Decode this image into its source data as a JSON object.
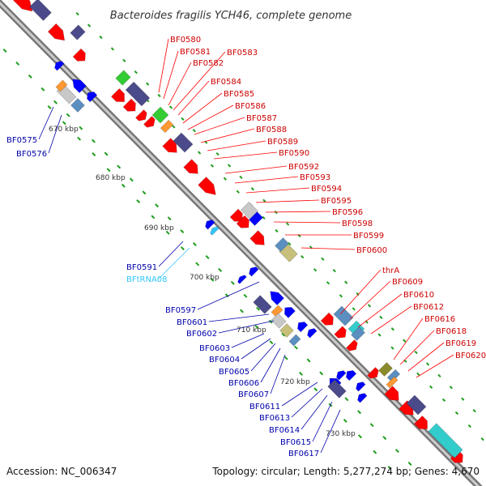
{
  "title": "Bacteroides fragilis YCH46, complete genome",
  "footer": {
    "accession": "Accession: NC_006347",
    "summary": "Topology: circular; Length: 5,277,274 bp; Genes: 4,670"
  },
  "colors": {
    "plus_strand_gene": "#ff0000",
    "minus_strand_gene": "#0000ff",
    "trna_label": "#33c6ff",
    "cog_purple": "#4b4a8a",
    "cog_green": "#33cc33",
    "cog_orange": "#ff9933",
    "cog_cyan": "#33cccc",
    "cog_khaki": "#c8bf7a",
    "cog_steel": "#5b8fc0",
    "cog_grey": "#c8c8c8",
    "cog_olive": "#8a8a2a",
    "backbone": "#999999",
    "kbp_ticks": "#228b22"
  },
  "scale_ticks": [
    "670 kbp",
    "680 kbp",
    "690 kbp",
    "700 kbp",
    "710 kbp",
    "720 kbp",
    "730 kbp"
  ],
  "labels_outer": [
    "BF0580",
    "BF0581",
    "BF0582",
    "BF0583",
    "BF0584",
    "BF0585",
    "BF0586",
    "BF0587",
    "BF0588",
    "BF0589",
    "BF0590",
    "BF0592",
    "BF0593",
    "BF0594",
    "BF0595",
    "BF0596",
    "BF0598",
    "BF0599",
    "BF0600",
    "thrA",
    "BF0609",
    "BF0610",
    "BF0612",
    "BF0616",
    "BF0618",
    "BF0619",
    "BF0620"
  ],
  "labels_inner": [
    "BF0575",
    "BF0576",
    "BF0591",
    "BFtRNA08",
    "BF0597",
    "BF0601",
    "BF0602",
    "BF0603",
    "BF0604",
    "BF0605",
    "BF0606",
    "BF0607",
    "BF0611",
    "BF0613",
    "BF0614",
    "BF0615",
    "BF0617"
  ],
  "inner_label_colors": [
    "#0000aa",
    "#0000aa",
    "#0000aa",
    "#33c6ff",
    "#0000aa",
    "#0000aa",
    "#0000aa",
    "#0000aa",
    "#0000aa",
    "#0000aa",
    "#0000aa",
    "#0000aa",
    "#0000aa",
    "#0000aa",
    "#0000aa",
    "#0000aa",
    "#0000aa"
  ]
}
